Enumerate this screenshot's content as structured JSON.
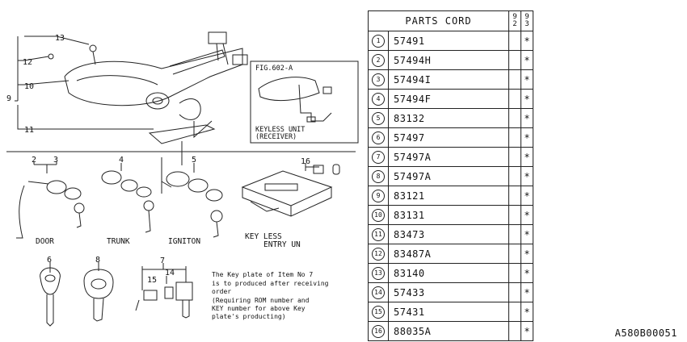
{
  "diagram": {
    "callouts": [
      "13",
      "12",
      "10",
      "9",
      "11",
      "2",
      "3",
      "4",
      "5",
      "16",
      "6",
      "8",
      "7",
      "15",
      "14"
    ],
    "fig_ref": "FIG.602-A",
    "keyless_unit_label": [
      "KEYLESS  UNIT",
      "(RECEIVER)"
    ],
    "group_labels": {
      "door": "DOOR",
      "trunk": "TRUNK",
      "ignition": "IGNITON",
      "keyless_entry": [
        "KEY LESS",
        "ENTRY UN"
      ]
    },
    "note": [
      "The Key plate of Item No 7",
      "is to produced after receiving",
      "order",
      "(Requiring ROM number and",
      "KEY number for above Key",
      "plate's producting)"
    ]
  },
  "parts_table": {
    "header": {
      "title": "PARTS CORD",
      "col1": [
        "9",
        "2"
      ],
      "col2": [
        "9",
        "3"
      ]
    },
    "rows": [
      {
        "no": "1",
        "code": "57491",
        "c1": "",
        "c2": "*"
      },
      {
        "no": "2",
        "code": "57494H",
        "c1": "",
        "c2": "*"
      },
      {
        "no": "3",
        "code": "57494I",
        "c1": "",
        "c2": "*"
      },
      {
        "no": "4",
        "code": "57494F",
        "c1": "",
        "c2": "*"
      },
      {
        "no": "5",
        "code": "83132",
        "c1": "",
        "c2": "*"
      },
      {
        "no": "6",
        "code": "57497",
        "c1": "",
        "c2": "*"
      },
      {
        "no": "7",
        "code": "57497A",
        "c1": "",
        "c2": "*"
      },
      {
        "no": "8",
        "code": "57497A",
        "c1": "",
        "c2": "*"
      },
      {
        "no": "9",
        "code": "83121",
        "c1": "",
        "c2": "*"
      },
      {
        "no": "10",
        "code": "83131",
        "c1": "",
        "c2": "*"
      },
      {
        "no": "11",
        "code": "83473",
        "c1": "",
        "c2": "*"
      },
      {
        "no": "12",
        "code": "83487A",
        "c1": "",
        "c2": "*"
      },
      {
        "no": "13",
        "code": "83140",
        "c1": "",
        "c2": "*"
      },
      {
        "no": "14",
        "code": "57433",
        "c1": "",
        "c2": "*"
      },
      {
        "no": "15",
        "code": "57431",
        "c1": "",
        "c2": "*"
      },
      {
        "no": "16",
        "code": "88035A",
        "c1": "",
        "c2": "*"
      }
    ]
  },
  "doc_id": "A580B00051"
}
